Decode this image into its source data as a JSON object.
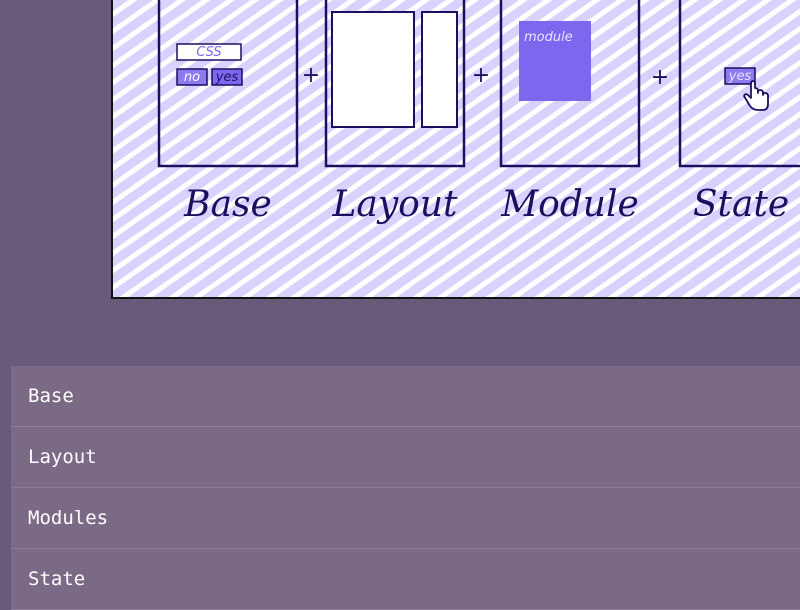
{
  "diagram": {
    "labels": [
      "Base",
      "Layout",
      "Module",
      "State"
    ],
    "base_box": {
      "css": "CSS",
      "no": "no",
      "yes": "yes"
    },
    "module_box": {
      "module": "module"
    },
    "state_box": {
      "yes": "yes"
    },
    "plus": "+",
    "colors": {
      "hatch": "#d8d2ff",
      "stroke": "#1a1060",
      "accent": "#7c68ee",
      "accent_light": "#8b7af0"
    },
    "icons": [
      "pointer-hand-icon"
    ]
  },
  "nav": {
    "items": [
      {
        "label": "Base"
      },
      {
        "label": "Layout"
      },
      {
        "label": "Modules"
      },
      {
        "label": "State"
      }
    ]
  },
  "colors": {
    "page_bg": "#6a5a7a",
    "list_bg": "#7b6a86",
    "divider": "#8d7d99",
    "text": "#ffffff"
  }
}
